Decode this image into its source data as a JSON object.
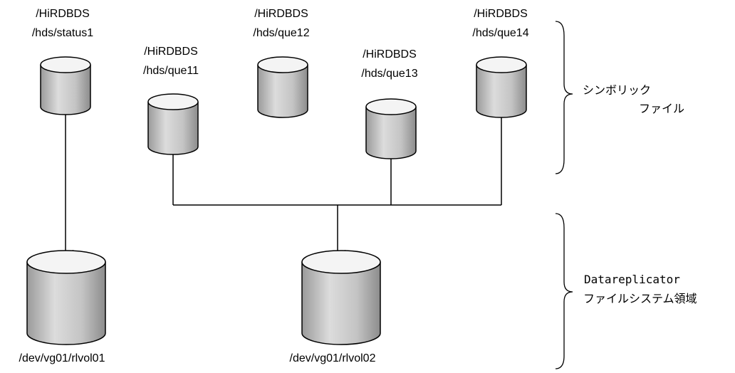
{
  "symbolic_files": [
    {
      "line1": "/HiRDBDS",
      "line2": "/hds/status1"
    },
    {
      "line1": "/HiRDBDS",
      "line2": "/hds/que11"
    },
    {
      "line1": "/HiRDBDS",
      "line2": "/hds/que12"
    },
    {
      "line1": "/HiRDBDS",
      "line2": "/hds/que13"
    },
    {
      "line1": "/HiRDBDS",
      "line2": "/hds/que14"
    }
  ],
  "volumes": [
    {
      "label": "/dev/vg01/rlvol01"
    },
    {
      "label": "/dev/vg01/rlvol02"
    }
  ],
  "brace_labels": {
    "symbolic": {
      "line1": "シンボリック",
      "line2": "ファイル"
    },
    "filesystem": {
      "line1": "Datareplicator",
      "line2": "ファイルシステム領域"
    }
  },
  "colors": {
    "cylinder_fill": "#c8c8c8",
    "cylinder_top": "#ffffff",
    "line": "#000000"
  }
}
